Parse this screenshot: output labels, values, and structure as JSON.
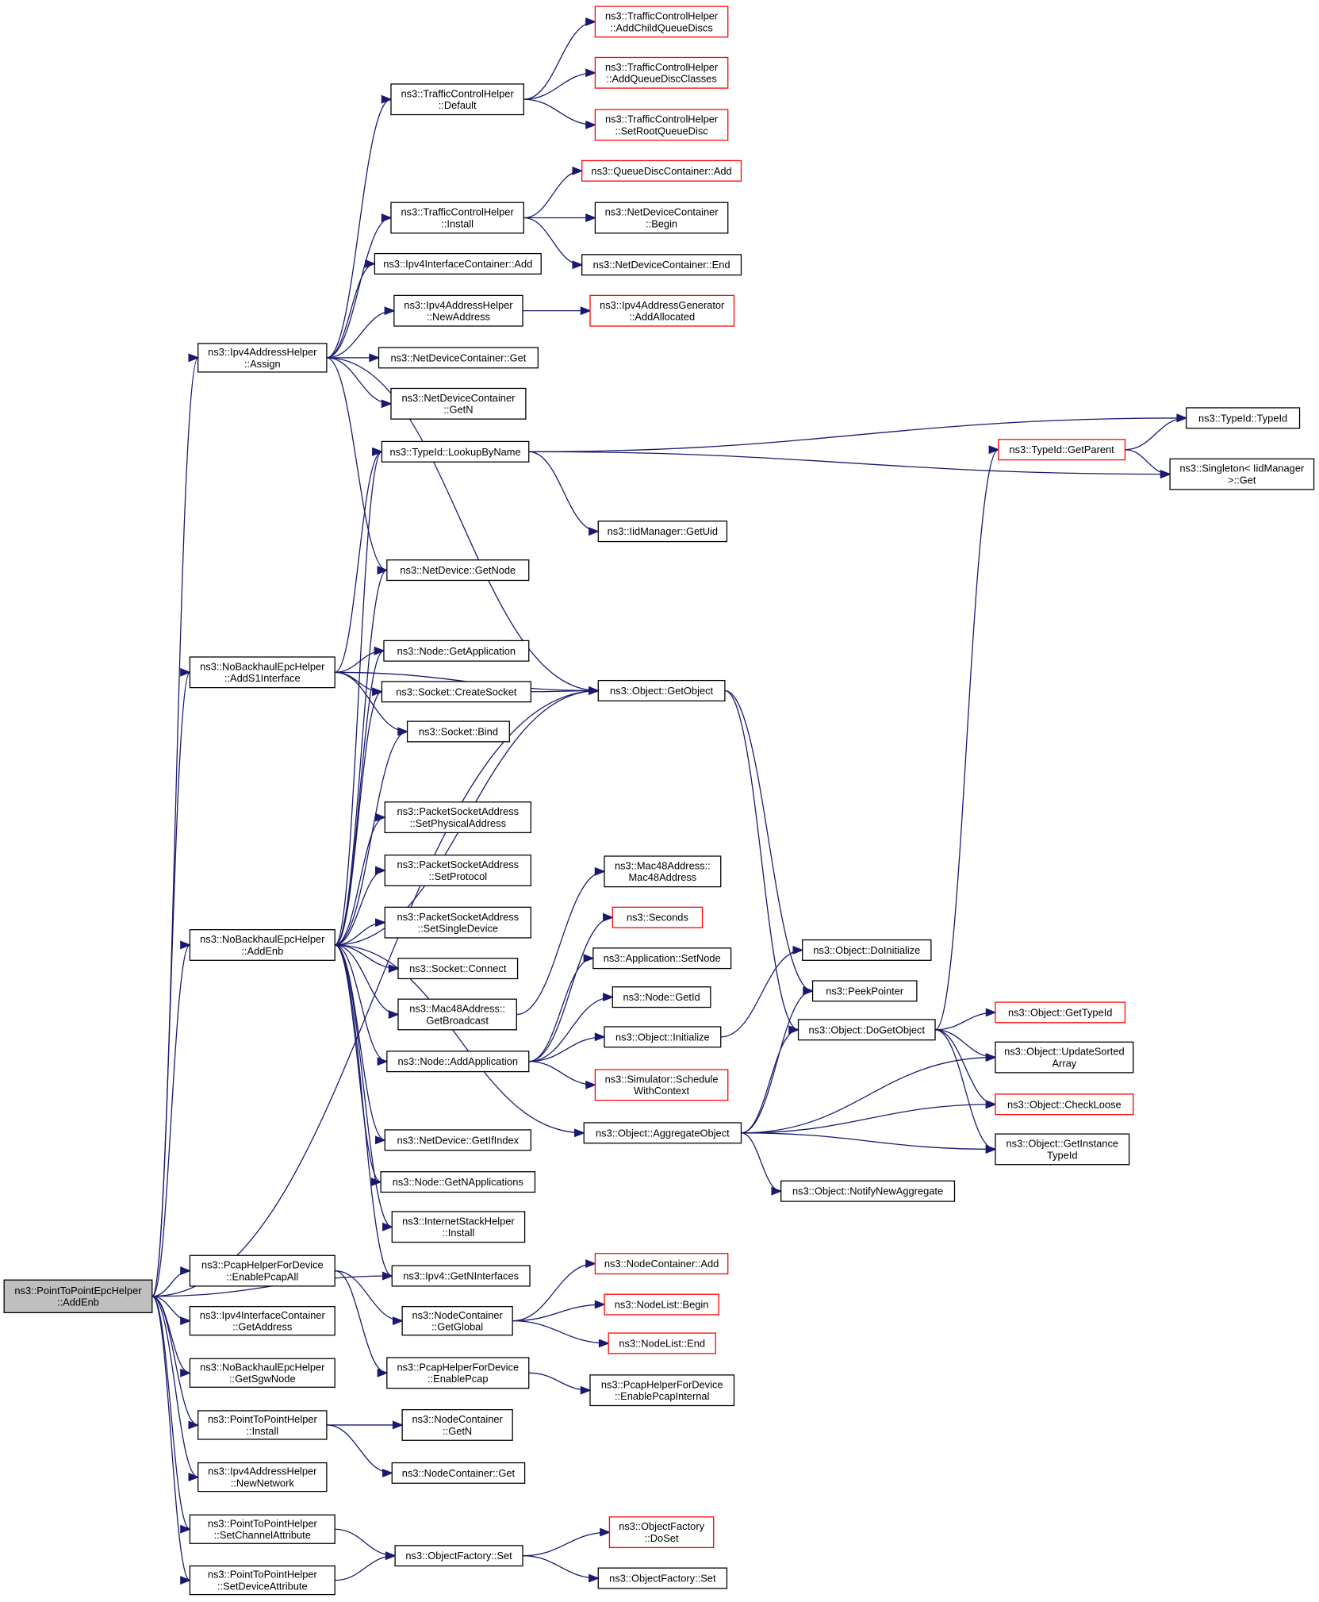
{
  "colors": {
    "edge": "#191970",
    "external_border": "#ff0000",
    "normal_border": "#000000",
    "root_fill": "#bfbfbf"
  },
  "nodes": [
    {
      "id": "root",
      "lines": [
        "ns3::PointToPointEpcHelper",
        "::AddEnb"
      ],
      "kind": "root"
    },
    {
      "id": "assign",
      "lines": [
        "ns3::Ipv4AddressHelper",
        "::Assign"
      ],
      "kind": "normal"
    },
    {
      "id": "adds1",
      "lines": [
        "ns3::NoBackhaulEpcHelper",
        "::AddS1Interface"
      ],
      "kind": "normal"
    },
    {
      "id": "nbaddenb",
      "lines": [
        "ns3::NoBackhaulEpcHelper",
        "::AddEnb"
      ],
      "kind": "normal"
    },
    {
      "id": "pcapall",
      "lines": [
        "ns3::PcapHelperForDevice",
        "::EnablePcapAll"
      ],
      "kind": "normal"
    },
    {
      "id": "getaddr",
      "lines": [
        "ns3::Ipv4InterfaceContainer",
        "::GetAddress"
      ],
      "kind": "normal"
    },
    {
      "id": "sgw",
      "lines": [
        "ns3::NoBackhaulEpcHelper",
        "::GetSgwNode"
      ],
      "kind": "normal"
    },
    {
      "id": "p2pinstall",
      "lines": [
        "ns3::PointToPointHelper",
        "::Install"
      ],
      "kind": "normal"
    },
    {
      "id": "newnet",
      "lines": [
        "ns3::Ipv4AddressHelper",
        "::NewNetwork"
      ],
      "kind": "normal"
    },
    {
      "id": "setchan",
      "lines": [
        "ns3::PointToPointHelper",
        "::SetChannelAttribute"
      ],
      "kind": "normal"
    },
    {
      "id": "setdev",
      "lines": [
        "ns3::PointToPointHelper",
        "::SetDeviceAttribute"
      ],
      "kind": "normal"
    },
    {
      "id": "tchdefault",
      "lines": [
        "ns3::TrafficControlHelper",
        "::Default"
      ],
      "kind": "normal"
    },
    {
      "id": "tchinstall",
      "lines": [
        "ns3::TrafficControlHelper",
        "::Install"
      ],
      "kind": "normal"
    },
    {
      "id": "ifcadd",
      "lines": [
        "ns3::Ipv4InterfaceContainer::Add"
      ],
      "kind": "normal"
    },
    {
      "id": "newaddr",
      "lines": [
        "ns3::Ipv4AddressHelper",
        "::NewAddress"
      ],
      "kind": "normal"
    },
    {
      "id": "ndcget",
      "lines": [
        "ns3::NetDeviceContainer::Get"
      ],
      "kind": "normal"
    },
    {
      "id": "ndcgetn",
      "lines": [
        "ns3::NetDeviceContainer",
        "::GetN"
      ],
      "kind": "normal"
    },
    {
      "id": "lookup",
      "lines": [
        "ns3::TypeId::LookupByName"
      ],
      "kind": "normal"
    },
    {
      "id": "ndgetnode",
      "lines": [
        "ns3::NetDevice::GetNode"
      ],
      "kind": "normal"
    },
    {
      "id": "getapp",
      "lines": [
        "ns3::Node::GetApplication"
      ],
      "kind": "normal"
    },
    {
      "id": "createsock",
      "lines": [
        "ns3::Socket::CreateSocket"
      ],
      "kind": "normal"
    },
    {
      "id": "bind",
      "lines": [
        "ns3::Socket::Bind"
      ],
      "kind": "normal"
    },
    {
      "id": "setphys",
      "lines": [
        "ns3::PacketSocketAddress",
        "::SetPhysicalAddress"
      ],
      "kind": "normal"
    },
    {
      "id": "setproto",
      "lines": [
        "ns3::PacketSocketAddress",
        "::SetProtocol"
      ],
      "kind": "normal"
    },
    {
      "id": "setsingle",
      "lines": [
        "ns3::PacketSocketAddress",
        "::SetSingleDevice"
      ],
      "kind": "normal"
    },
    {
      "id": "connect",
      "lines": [
        "ns3::Socket::Connect"
      ],
      "kind": "normal"
    },
    {
      "id": "bcast",
      "lines": [
        "ns3::Mac48Address::",
        "GetBroadcast"
      ],
      "kind": "normal"
    },
    {
      "id": "addapp",
      "lines": [
        "ns3::Node::AddApplication"
      ],
      "kind": "normal"
    },
    {
      "id": "ifindex",
      "lines": [
        "ns3::NetDevice::GetIfIndex"
      ],
      "kind": "normal"
    },
    {
      "id": "napps",
      "lines": [
        "ns3::Node::GetNApplications"
      ],
      "kind": "normal"
    },
    {
      "id": "ishinstall",
      "lines": [
        "ns3::InternetStackHelper",
        "::Install"
      ],
      "kind": "normal"
    },
    {
      "id": "ninterfaces",
      "lines": [
        "ns3::Ipv4::GetNInterfaces"
      ],
      "kind": "normal"
    },
    {
      "id": "getglobal",
      "lines": [
        "ns3::NodeContainer",
        "::GetGlobal"
      ],
      "kind": "normal"
    },
    {
      "id": "enablepcap",
      "lines": [
        "ns3::PcapHelperForDevice",
        "::EnablePcap"
      ],
      "kind": "normal"
    },
    {
      "id": "ncgetn",
      "lines": [
        "ns3::NodeContainer",
        "::GetN"
      ],
      "kind": "normal"
    },
    {
      "id": "ncget",
      "lines": [
        "ns3::NodeContainer::Get"
      ],
      "kind": "normal"
    },
    {
      "id": "ofset",
      "lines": [
        "ns3::ObjectFactory::Set"
      ],
      "kind": "normal"
    },
    {
      "id": "addchild",
      "lines": [
        "ns3::TrafficControlHelper",
        "::AddChildQueueDiscs"
      ],
      "kind": "red"
    },
    {
      "id": "addqdc",
      "lines": [
        "ns3::TrafficControlHelper",
        "::AddQueueDiscClasses"
      ],
      "kind": "red"
    },
    {
      "id": "setroot",
      "lines": [
        "ns3::TrafficControlHelper",
        "::SetRootQueueDisc"
      ],
      "kind": "red"
    },
    {
      "id": "qdcadd",
      "lines": [
        "ns3::QueueDiscContainer::Add"
      ],
      "kind": "red"
    },
    {
      "id": "ndcbegin",
      "lines": [
        "ns3::NetDeviceContainer",
        "::Begin"
      ],
      "kind": "normal"
    },
    {
      "id": "ndcend",
      "lines": [
        "ns3::NetDeviceContainer::End"
      ],
      "kind": "normal"
    },
    {
      "id": "addalloc",
      "lines": [
        "ns3::Ipv4AddressGenerator",
        "::AddAllocated"
      ],
      "kind": "red"
    },
    {
      "id": "getuid",
      "lines": [
        "ns3::IidManager::GetUid"
      ],
      "kind": "normal"
    },
    {
      "id": "getobject",
      "lines": [
        "ns3::Object::GetObject"
      ],
      "kind": "normal"
    },
    {
      "id": "mac48",
      "lines": [
        "ns3::Mac48Address::",
        "Mac48Address"
      ],
      "kind": "normal"
    },
    {
      "id": "seconds",
      "lines": [
        "ns3::Seconds"
      ],
      "kind": "red"
    },
    {
      "id": "appsetnode",
      "lines": [
        "ns3::Application::SetNode"
      ],
      "kind": "normal"
    },
    {
      "id": "nodegetid",
      "lines": [
        "ns3::Node::GetId"
      ],
      "kind": "normal"
    },
    {
      "id": "objinit",
      "lines": [
        "ns3::Object::Initialize"
      ],
      "kind": "normal"
    },
    {
      "id": "schedule",
      "lines": [
        "ns3::Simulator::Schedule",
        "WithContext"
      ],
      "kind": "red"
    },
    {
      "id": "aggregate",
      "lines": [
        "ns3::Object::AggregateObject"
      ],
      "kind": "normal"
    },
    {
      "id": "ncadd",
      "lines": [
        "ns3::NodeContainer::Add"
      ],
      "kind": "red"
    },
    {
      "id": "nlbegin",
      "lines": [
        "ns3::NodeList::Begin"
      ],
      "kind": "red"
    },
    {
      "id": "nlend",
      "lines": [
        "ns3::NodeList::End"
      ],
      "kind": "red"
    },
    {
      "id": "pcapinternal",
      "lines": [
        "ns3::PcapHelperForDevice",
        "::EnablePcapInternal"
      ],
      "kind": "normal"
    },
    {
      "id": "ofdoset",
      "lines": [
        "ns3::ObjectFactory",
        "::DoSet"
      ],
      "kind": "red"
    },
    {
      "id": "ofset2",
      "lines": [
        "ns3::ObjectFactory::Set"
      ],
      "kind": "normal"
    },
    {
      "id": "doinit",
      "lines": [
        "ns3::Object::DoInitialize"
      ],
      "kind": "normal"
    },
    {
      "id": "peek",
      "lines": [
        "ns3::PeekPointer"
      ],
      "kind": "normal"
    },
    {
      "id": "dogetobject",
      "lines": [
        "ns3::Object::DoGetObject"
      ],
      "kind": "normal"
    },
    {
      "id": "notify",
      "lines": [
        "ns3::Object::NotifyNewAggregate"
      ],
      "kind": "normal"
    },
    {
      "id": "getparent",
      "lines": [
        "ns3::TypeId::GetParent"
      ],
      "kind": "red"
    },
    {
      "id": "gettypeid",
      "lines": [
        "ns3::Object::GetTypeId"
      ],
      "kind": "red"
    },
    {
      "id": "updsorted",
      "lines": [
        "ns3::Object::UpdateSorted",
        "Array"
      ],
      "kind": "normal"
    },
    {
      "id": "checkloose",
      "lines": [
        "ns3::Object::CheckLoose"
      ],
      "kind": "red"
    },
    {
      "id": "getinst",
      "lines": [
        "ns3::Object::GetInstance",
        "TypeId"
      ],
      "kind": "normal"
    },
    {
      "id": "typeid",
      "lines": [
        "ns3::TypeId::TypeId"
      ],
      "kind": "normal"
    },
    {
      "id": "singleton",
      "lines": [
        "ns3::Singleton< IidManager",
        ">::Get"
      ],
      "kind": "normal"
    }
  ],
  "edges": [
    [
      "root",
      "assign"
    ],
    [
      "root",
      "adds1"
    ],
    [
      "root",
      "nbaddenb"
    ],
    [
      "root",
      "pcapall"
    ],
    [
      "root",
      "getaddr"
    ],
    [
      "root",
      "sgw"
    ],
    [
      "root",
      "p2pinstall"
    ],
    [
      "root",
      "newnet"
    ],
    [
      "root",
      "setchan"
    ],
    [
      "root",
      "setdev"
    ],
    [
      "root",
      "getobject"
    ],
    [
      "root",
      "ninterfaces"
    ],
    [
      "assign",
      "tchdefault"
    ],
    [
      "assign",
      "tchinstall"
    ],
    [
      "assign",
      "ifcadd"
    ],
    [
      "assign",
      "newaddr"
    ],
    [
      "assign",
      "ndcget"
    ],
    [
      "assign",
      "ndcgetn"
    ],
    [
      "assign",
      "ndgetnode"
    ],
    [
      "assign",
      "getobject"
    ],
    [
      "tchdefault",
      "addchild"
    ],
    [
      "tchdefault",
      "addqdc"
    ],
    [
      "tchdefault",
      "setroot"
    ],
    [
      "tchinstall",
      "qdcadd"
    ],
    [
      "tchinstall",
      "ndcbegin"
    ],
    [
      "tchinstall",
      "ndcend"
    ],
    [
      "newaddr",
      "addalloc"
    ],
    [
      "lookup",
      "typeid"
    ],
    [
      "lookup",
      "singleton"
    ],
    [
      "lookup",
      "getuid"
    ],
    [
      "adds1",
      "lookup"
    ],
    [
      "adds1",
      "getapp"
    ],
    [
      "adds1",
      "createsock"
    ],
    [
      "adds1",
      "bind"
    ],
    [
      "adds1",
      "getobject"
    ],
    [
      "nbaddenb",
      "lookup"
    ],
    [
      "nbaddenb",
      "ndgetnode"
    ],
    [
      "nbaddenb",
      "getapp"
    ],
    [
      "nbaddenb",
      "createsock"
    ],
    [
      "nbaddenb",
      "bind"
    ],
    [
      "nbaddenb",
      "getobject"
    ],
    [
      "nbaddenb",
      "setphys"
    ],
    [
      "nbaddenb",
      "setproto"
    ],
    [
      "nbaddenb",
      "setsingle"
    ],
    [
      "nbaddenb",
      "connect"
    ],
    [
      "nbaddenb",
      "bcast"
    ],
    [
      "nbaddenb",
      "addapp"
    ],
    [
      "nbaddenb",
      "ifindex"
    ],
    [
      "nbaddenb",
      "napps"
    ],
    [
      "nbaddenb",
      "ishinstall"
    ],
    [
      "nbaddenb",
      "ninterfaces"
    ],
    [
      "nbaddenb",
      "aggregate"
    ],
    [
      "createsock",
      "getobject"
    ],
    [
      "getobject",
      "peek"
    ],
    [
      "getobject",
      "dogetobject"
    ],
    [
      "bcast",
      "mac48"
    ],
    [
      "addapp",
      "seconds"
    ],
    [
      "addapp",
      "appsetnode"
    ],
    [
      "addapp",
      "nodegetid"
    ],
    [
      "addapp",
      "objinit"
    ],
    [
      "addapp",
      "schedule"
    ],
    [
      "objinit",
      "doinit"
    ],
    [
      "aggregate",
      "dogetobject"
    ],
    [
      "aggregate",
      "peek"
    ],
    [
      "aggregate",
      "updsorted"
    ],
    [
      "aggregate",
      "checkloose"
    ],
    [
      "aggregate",
      "getinst"
    ],
    [
      "aggregate",
      "notify"
    ],
    [
      "dogetobject",
      "getparent"
    ],
    [
      "dogetobject",
      "gettypeid"
    ],
    [
      "dogetobject",
      "updsorted"
    ],
    [
      "dogetobject",
      "checkloose"
    ],
    [
      "dogetobject",
      "getinst"
    ],
    [
      "getparent",
      "typeid"
    ],
    [
      "getparent",
      "singleton"
    ],
    [
      "pcapall",
      "getglobal"
    ],
    [
      "pcapall",
      "enablepcap"
    ],
    [
      "getglobal",
      "ncadd"
    ],
    [
      "getglobal",
      "nlbegin"
    ],
    [
      "getglobal",
      "nlend"
    ],
    [
      "enablepcap",
      "pcapinternal"
    ],
    [
      "p2pinstall",
      "ncgetn"
    ],
    [
      "p2pinstall",
      "ncget"
    ],
    [
      "setchan",
      "ofset"
    ],
    [
      "setdev",
      "ofset"
    ],
    [
      "ofset",
      "ofdoset"
    ],
    [
      "ofset",
      "ofset2"
    ]
  ]
}
